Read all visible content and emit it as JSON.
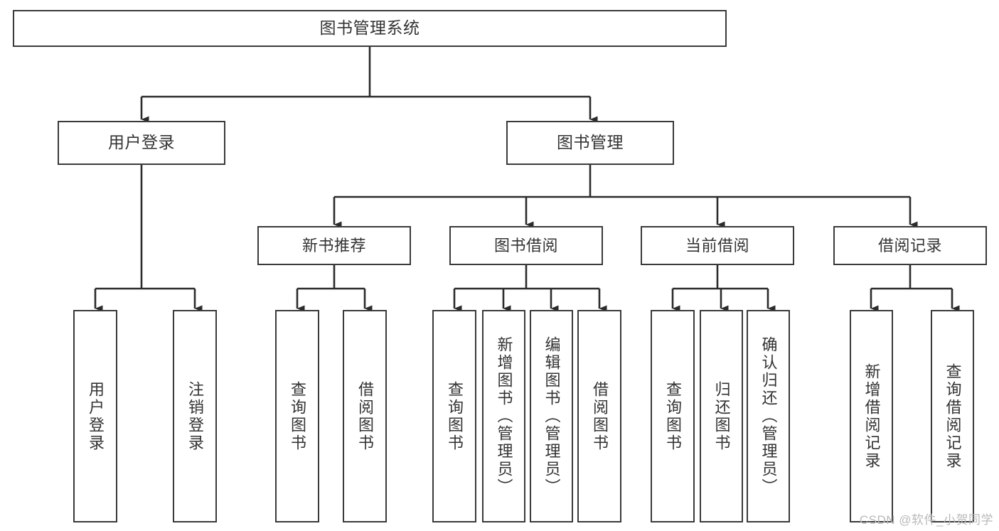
{
  "diagram": {
    "type": "tree",
    "title": "图书管理系统",
    "colors": {
      "box_border": "#3a3a3a",
      "box_fill": "#ffffff",
      "connector": "#2b2b2b",
      "text": "#333333",
      "watermark": "#b9b9b9",
      "background": "#ffffff"
    },
    "nodes": {
      "root": {
        "label": "图书管理系统"
      },
      "level2": [
        {
          "label": "用户登录"
        },
        {
          "label": "图书管理"
        }
      ],
      "level3": [
        {
          "label": "新书推荐"
        },
        {
          "label": "图书借阅"
        },
        {
          "label": "当前借阅"
        },
        {
          "label": "借阅记录"
        }
      ],
      "leaves": {
        "user_login": [
          {
            "label": "用户登录"
          },
          {
            "label": "注销登录"
          }
        ],
        "new_book_recommend": [
          {
            "label": "查询图书"
          },
          {
            "label": "借阅图书"
          }
        ],
        "book_borrow": [
          {
            "label": "查询图书"
          },
          {
            "label": "新增图书（管理员）"
          },
          {
            "label": "编辑图书（管理员）"
          },
          {
            "label": "借阅图书"
          }
        ],
        "current_borrow": [
          {
            "label": "查询图书"
          },
          {
            "label": "归还图书"
          },
          {
            "label": "确认归还（管理员）"
          }
        ],
        "borrow_record": [
          {
            "label": "新增借阅记录"
          },
          {
            "label": "查询借阅记录"
          }
        ]
      }
    },
    "watermark": "CSDN @软件_小贺同学"
  }
}
